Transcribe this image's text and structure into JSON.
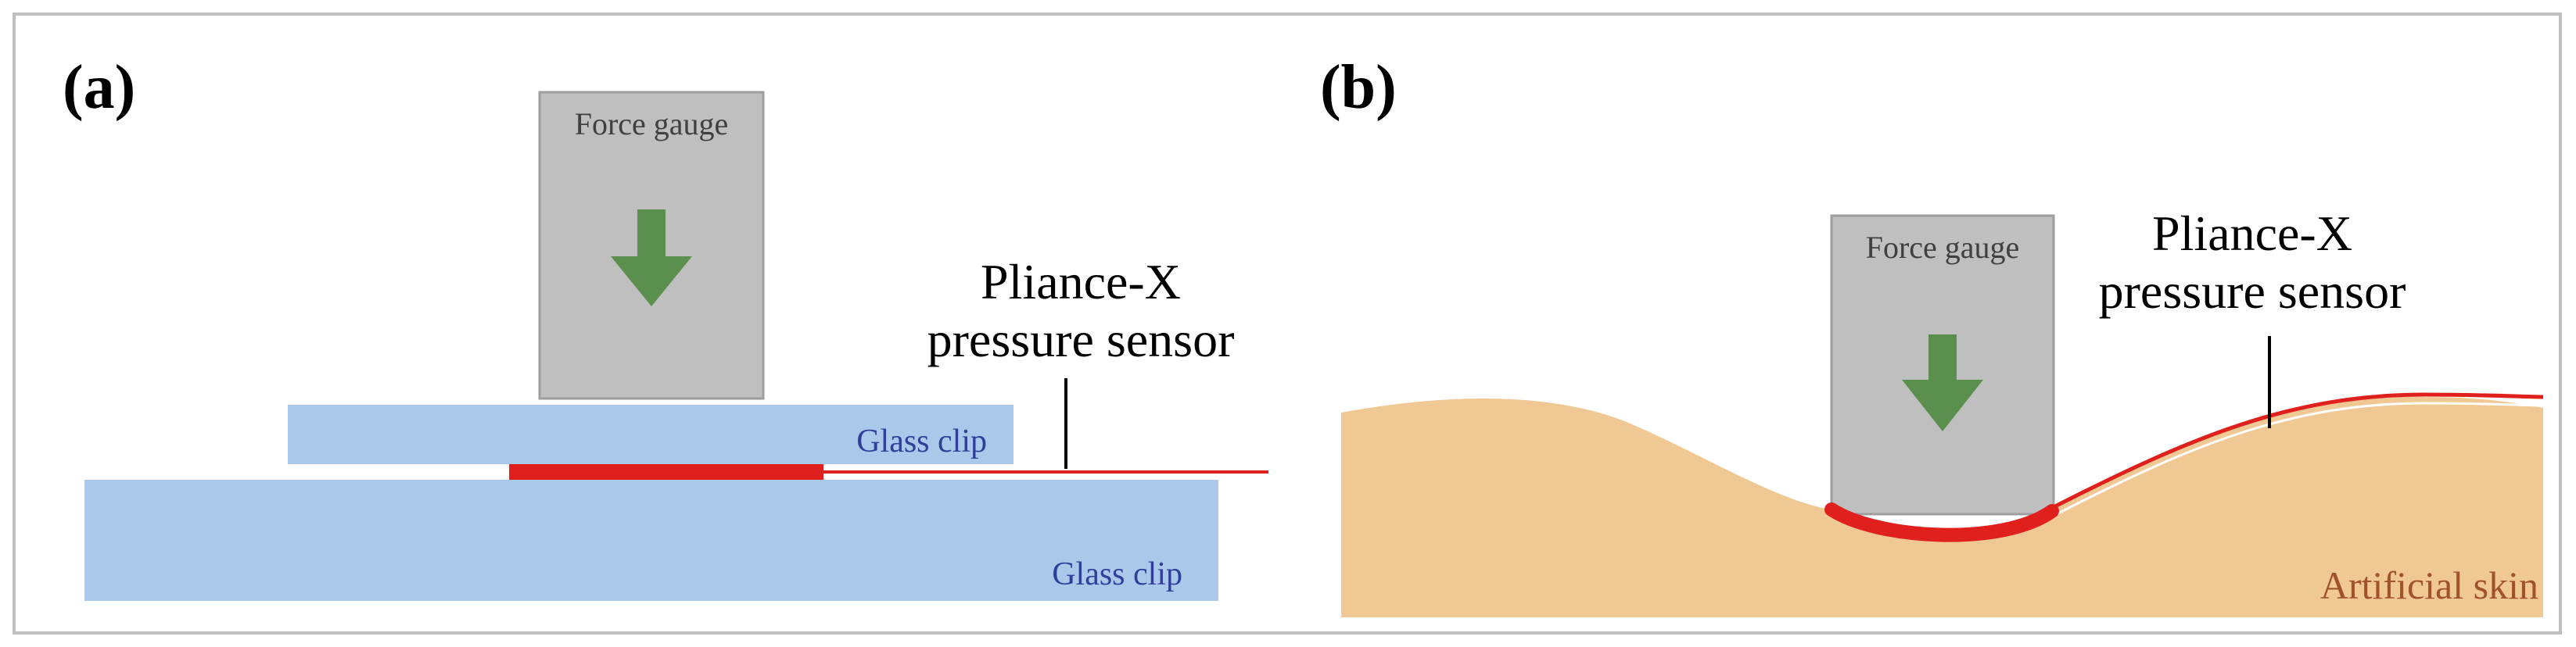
{
  "panel_a": {
    "label": "(a)",
    "force_gauge": "Force gauge",
    "sensor_line1": "Pliance-X",
    "sensor_line2": "pressure sensor",
    "glass_clip_top": "Glass clip",
    "glass_clip_bottom": "Glass clip"
  },
  "panel_b": {
    "label": "(b)",
    "force_gauge": "Force gauge",
    "sensor_line1": "Pliance-X",
    "sensor_line2": "pressure sensor",
    "skin": "Artificial skin"
  },
  "colors": {
    "frame": "#bfbfbf",
    "force_gauge_fill": "#bfbfbf",
    "force_gauge_stroke": "#9e9e9e",
    "arrow": "#5b8f4e",
    "glass_clip": "#a9c8ea",
    "glass_clip_text": "#2f3f9a",
    "sensor": "#e0201c",
    "skin": "#f0c893",
    "skin_text": "#a0522d"
  }
}
